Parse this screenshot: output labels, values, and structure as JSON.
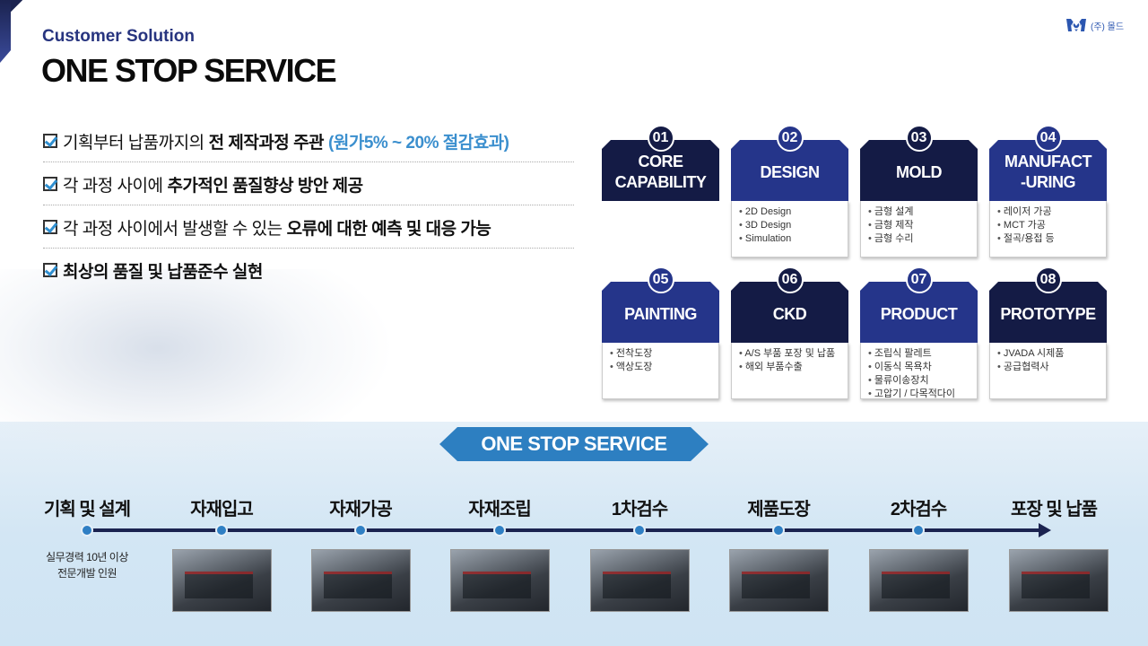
{
  "header": {
    "subtitle": "Customer Solution",
    "title": "ONE STOP SERVICE",
    "logo_text": "(주) 몰드"
  },
  "checklist": [
    {
      "normal": "기획부터 납품까지의",
      "bold": "전 제작과정 주관",
      "highlight": "(원가5% ~ 20% 절감효과)"
    },
    {
      "normal": "각 과정 사이에",
      "bold": "추가적인 품질향상 방안 제공",
      "highlight": ""
    },
    {
      "normal": "각 과정 사이에서 발생할 수 있는",
      "bold": "오류에 대한 예측 및 대응 가능",
      "highlight": ""
    },
    {
      "normal": "",
      "bold": "최상의 품질 및 납품준수 실현",
      "highlight": ""
    }
  ],
  "colors": {
    "navy": "#141b45",
    "blue": "#25358a",
    "accent": "#2d7fc1"
  },
  "cards": [
    {
      "num": "01",
      "title": "CORE\nCAPABILITY",
      "style": "navy",
      "items": []
    },
    {
      "num": "02",
      "title": "DESIGN",
      "style": "blue",
      "items": [
        "2D Design",
        "3D Design",
        "Simulation"
      ]
    },
    {
      "num": "03",
      "title": "MOLD",
      "style": "navy",
      "items": [
        "금형 설계",
        "금형 제작",
        "금형 수리"
      ]
    },
    {
      "num": "04",
      "title": "MANUFACT\n-URING",
      "style": "blue",
      "items": [
        "레이저 가공",
        "MCT 가공",
        "절곡/용접 등"
      ]
    },
    {
      "num": "05",
      "title": "PAINTING",
      "style": "blue",
      "items": [
        "전착도장",
        "액상도장"
      ]
    },
    {
      "num": "06",
      "title": "CKD",
      "style": "navy",
      "items": [
        "A/S 부품 포장 및 납품",
        "해외 부품수출"
      ]
    },
    {
      "num": "07",
      "title": "PRODUCT",
      "style": "blue",
      "items": [
        "조립식 팔레트",
        "이동식 목욕차",
        "물류이송장치",
        "고압기 / 다목적다이"
      ]
    },
    {
      "num": "08",
      "title": "PROTOTYPE",
      "style": "navy",
      "items": [
        "JVADA 시제품",
        "공급협력사"
      ]
    }
  ],
  "banner": "ONE STOP SERVICE",
  "timeline": {
    "steps": [
      "기획 및 설계",
      "자재입고",
      "자재가공",
      "자재조립",
      "1차검수",
      "제품도장",
      "2차검수",
      "포장 및 납품"
    ],
    "note_lines": [
      "실무경력 10년 이상",
      "전문개발 인원"
    ]
  }
}
